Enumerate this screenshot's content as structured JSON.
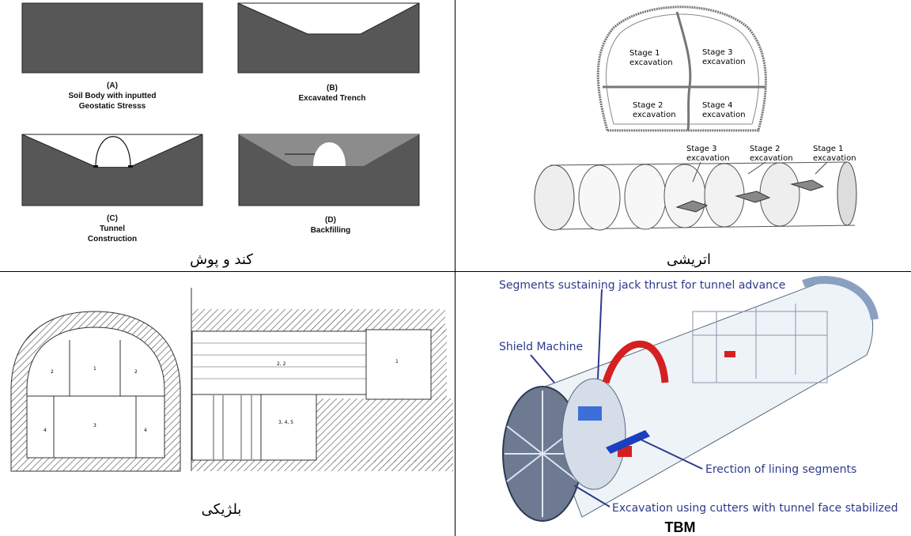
{
  "cut_cover": {
    "caption": "کند و پوش",
    "panels": [
      {
        "letter": "(A)",
        "lines": [
          "Soil Body with inputted",
          "Geostatic Stresss"
        ]
      },
      {
        "letter": "(B)",
        "lines": [
          "Excavated Trench"
        ]
      },
      {
        "letter": "(C)",
        "lines": [
          "Tunnel",
          "Construction"
        ]
      },
      {
        "letter": "(D)",
        "lines": [
          "Backfilling"
        ]
      }
    ]
  },
  "austrian": {
    "caption": "اتریشی",
    "section_labels": [
      {
        "line1": "Stage 1",
        "line2": "excavation"
      },
      {
        "line1": "Stage 3",
        "line2": "excavation"
      },
      {
        "line1": "Stage 2",
        "line2": "excavation"
      },
      {
        "line1": "Stage 4",
        "line2": "excavation"
      }
    ],
    "tunnel_labels": [
      {
        "line1": "Stage 3",
        "line2": "excavation"
      },
      {
        "line1": "Stage 2",
        "line2": "excavation"
      },
      {
        "line1": "Stage 1",
        "line2": "excavation"
      }
    ]
  },
  "belgian": {
    "caption": "بلژیکی",
    "section_numbers": [
      "2",
      "1",
      "2",
      "4",
      "3",
      "4"
    ],
    "profile_labels": [
      "1",
      "2, 2",
      "3, 4, 5"
    ]
  },
  "tbm": {
    "caption": "TBM",
    "annotations": [
      "Segments sustaining jack thrust for tunnel advance",
      "Shield Machine",
      "Erection of lining segments",
      "Excavation using cutters with tunnel face stabilized"
    ]
  },
  "colors": {
    "soil": "#575757",
    "annotation_blue": "#2d3a8c",
    "segment_red": "#d42020",
    "segment_blue": "#1a3fc0"
  }
}
